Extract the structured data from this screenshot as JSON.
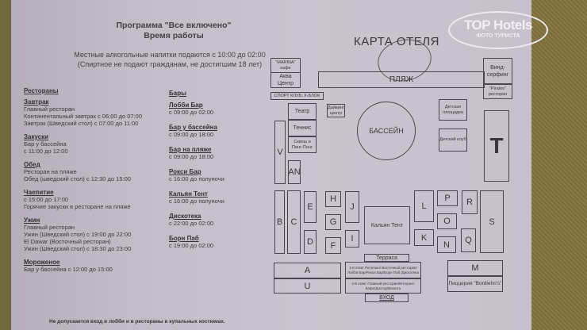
{
  "header": {
    "title_line1": "Программа \"Все включено\"",
    "title_line2": "Время работы",
    "note_line1": "Местные алкогольные напитки подаются с 10:00 до 02:00",
    "note_line2": "(Спиртное не подают гражданам, не достигшим 18 лет)"
  },
  "restaurants": {
    "heading": "Рестораны",
    "sections": [
      {
        "title": "Завтрак",
        "lines": [
          "Главный ресторан",
          "Континентальный завтрак с 06:00 до 07:00",
          "Завтрак (Шведский стол) с 07:00 до 11:00"
        ]
      },
      {
        "title": "Закуски",
        "lines": [
          "Бар у бассейна",
          "с 11:00 до 12:00"
        ]
      },
      {
        "title": "Обед",
        "lines": [
          "Ресторан на пляже",
          "Обед (шведский стол) с 12:30 до 15:00"
        ]
      },
      {
        "title": "Чаепитие",
        "lines": [
          "с 15:00 до 17:00",
          "Горячие закуски в ресторане на пляже"
        ]
      },
      {
        "title": "Ужин",
        "lines": [
          "Главный ресторан",
          "Ужин (Шведский стол) с 19:00 до 22:00",
          "El Dawar (Восточный ресторан)",
          "Ужин (Шведский стол) с 18:30 до 23:00"
        ]
      },
      {
        "title": "Мороженое",
        "lines": [
          "Бар у бассейна с 12:00 до 15:00"
        ]
      }
    ]
  },
  "bars": {
    "heading": "Бары",
    "items": [
      {
        "name": "Лобби Бар",
        "hours": "с 09:00 до 02:00"
      },
      {
        "name": "Бар у бассейна",
        "hours": "с 09:00 до 18:00"
      },
      {
        "name": "Бар на пляже",
        "hours": "с 09:00 до 18:00"
      },
      {
        "name": "Рокси Бар",
        "hours": "с 16:00 до полуночи"
      },
      {
        "name": "Кальян Тент",
        "hours": "с 16:00 до полуночи"
      },
      {
        "name": "Дискотека",
        "hours": "с 22:00 до 02:00"
      },
      {
        "name": "Борн Паб",
        "hours": "с 19:00 до 02:00"
      }
    ]
  },
  "footer": {
    "note": "Не допускается вход в лобби и в рестораны в купальных костюмах."
  },
  "map": {
    "title": "КАРТА ОТЕЛЯ",
    "marina": "\"MARINA\" кафе",
    "aqua": "Аква Центр",
    "beach": "ПЛЯЖ",
    "sport": "СПОРТ КЛУБ: X-БЛОК",
    "theatre": "Театр",
    "tennis": "Теннис",
    "squash": "Сквош и Пинг-Понг",
    "diving": "Дайвинг центр",
    "pool": "БАССЕЙН",
    "playground": "Детская площадка",
    "kids_club": "Детский клуб",
    "windsurf": "Винд-серфинг",
    "pirates": "\"Pirates\" ресторан",
    "hookah": "Кальян Тент",
    "terrace": "Терраса",
    "floor1": "1-й этаж: Ресепшн/ Восточный ресторан/ Лобби Бар/Рокси Бар/Борн Паб /Дискотека",
    "floor2": "2-й этаж: Главный ресторан/Интернет Кафе/Доктор/Валюта",
    "entrance": "ВХОД",
    "pizzeria": "Пиццерия \"Bordiehn's\"",
    "blocks": {
      "V": "V",
      "AN": "AN",
      "T": "T",
      "B": "B",
      "C": "C",
      "E": "E",
      "D": "D",
      "H": "H",
      "G": "G",
      "F": "F",
      "J": "J",
      "I": "I",
      "L": "L",
      "K": "K",
      "P": "P",
      "O": "O",
      "N": "N",
      "R": "R",
      "Q": "Q",
      "S": "S",
      "A": "A",
      "U": "U",
      "M": "M"
    }
  },
  "watermark": {
    "brand": "TOP Hotels",
    "subtitle": "ФОТО ТУРИСТА"
  }
}
